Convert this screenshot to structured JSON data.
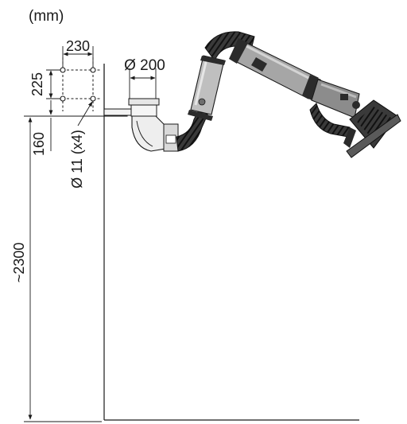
{
  "units_label": "(mm)",
  "dimensions": {
    "bracket_width": "230",
    "bracket_height": "225",
    "duct_diameter": "Ø 200",
    "mount_offset": "160",
    "hole_spec": "Ø 11 (x4)",
    "mount_height": "~2300"
  },
  "colors": {
    "arm_light": "#bfbfbf",
    "arm_mid": "#8c8c8c",
    "arm_dark": "#2b2b2b",
    "line": "#1a1a1a"
  }
}
